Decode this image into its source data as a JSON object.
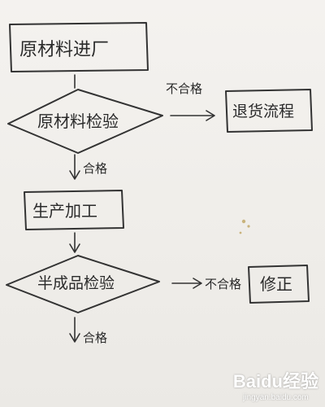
{
  "nodes": {
    "start": "原材料进厂",
    "inspect_raw": "原材料检验",
    "return_flow": "退货流程",
    "processing": "生产加工",
    "inspect_semi": "半成品检验",
    "rework": "修正"
  },
  "edges": {
    "raw_fail": "不合格",
    "raw_pass": "合格",
    "semi_fail": "不合格",
    "semi_pass": "合格"
  },
  "watermark": {
    "brand": "Baidu经验",
    "url": "jingyan.baidu.com"
  }
}
